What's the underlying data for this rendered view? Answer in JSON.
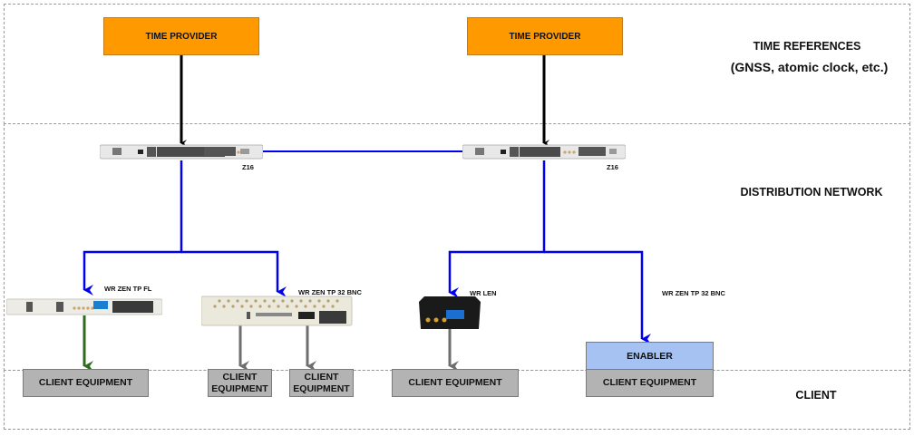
{
  "zones": {
    "time_references": {
      "title": "TIME REFERENCES",
      "subtitle": "(GNSS, atomic clock, etc.)"
    },
    "distribution_network": {
      "title": "DISTRIBUTION NETWORK"
    },
    "client": {
      "title": "CLIENT"
    }
  },
  "time_providers": [
    {
      "label": "TIME PROVIDER"
    },
    {
      "label": "TIME PROVIDER"
    }
  ],
  "switches": [
    {
      "label": "Z16"
    },
    {
      "label": "Z16"
    }
  ],
  "devices": [
    {
      "label": "WR ZEN TP FL"
    },
    {
      "label": "WR ZEN TP 32 BNC"
    },
    {
      "label": "WR LEN"
    },
    {
      "label": "WR ZEN TP 32 BNC"
    }
  ],
  "clients": [
    {
      "label": "CLIENT EQUIPMENT"
    },
    {
      "label": "CLIENT EQUIPMENT"
    },
    {
      "label": "CLIENT EQUIPMENT"
    },
    {
      "label": "CLIENT EQUIPMENT"
    },
    {
      "label": "CLIENT EQUIPMENT"
    }
  ],
  "enabler": {
    "label": "ENABLER"
  },
  "colors": {
    "provider": "#ff9900",
    "network_link": "#0000ee",
    "reference_link": "#000000",
    "fl_output": "#2e6b1f",
    "client_output": "#6e6e6e",
    "enabler": "#a6c2f2",
    "client_box": "#b3b3b3"
  }
}
